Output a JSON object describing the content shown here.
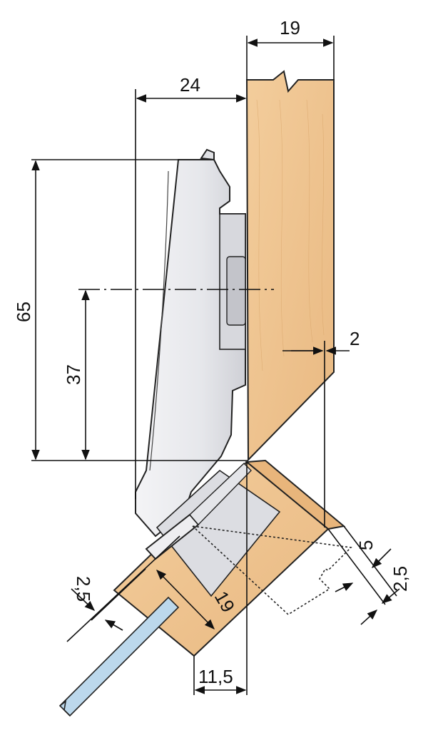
{
  "dimensions": {
    "panel_thickness": "19",
    "overlay_24": "24",
    "hinge_cup_height": "65",
    "cup_center": "37",
    "gap_2": "2",
    "gap_5": "5",
    "gap_2_5_right": "2,5",
    "gap_2_5_left": "2,5",
    "door_thickness": "19",
    "offset_11_5": "11,5"
  },
  "colors": {
    "wood": "#f1c896",
    "wood_dark": "#c58a4a",
    "hinge_body": "#e9eaee",
    "hinge_shadow": "#c9cad0",
    "glass": "#bcd8ec",
    "line": "#111111"
  }
}
